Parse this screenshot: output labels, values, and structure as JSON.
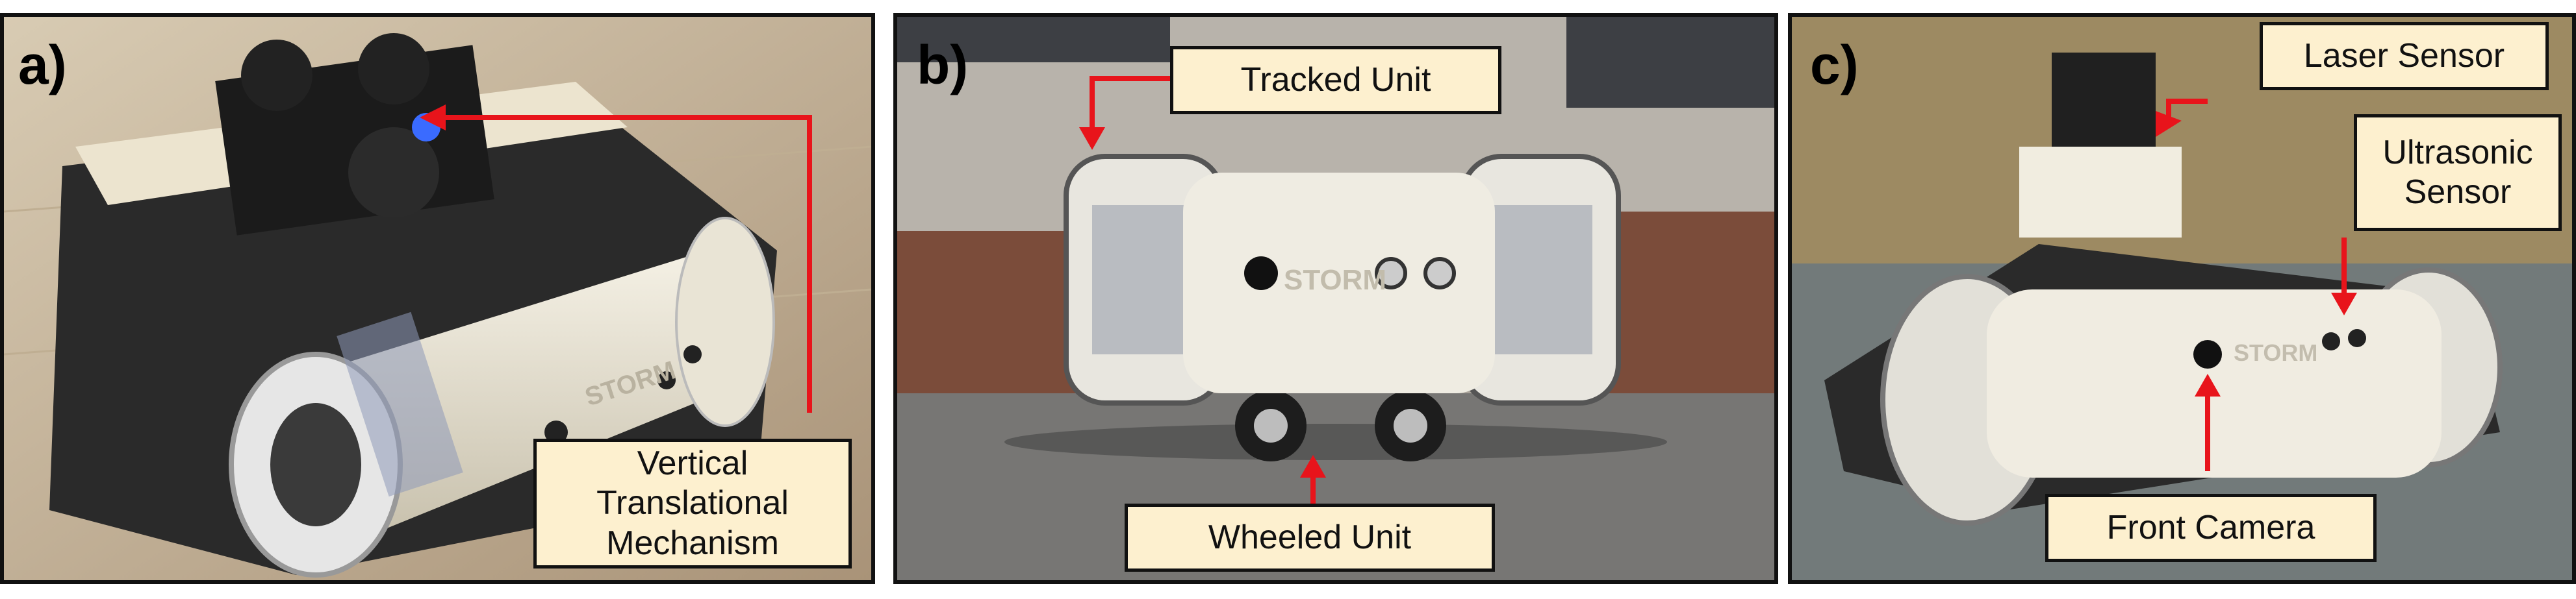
{
  "panels": [
    {
      "id": "a",
      "label": "a)",
      "callouts": [
        "Vertical\nTranslational\nMechanism"
      ]
    },
    {
      "id": "b",
      "label": "b)",
      "callouts": [
        "Tracked Unit",
        "Wheeled Unit"
      ]
    },
    {
      "id": "c",
      "label": "c)",
      "callouts": [
        "Laser Sensor",
        "Ultrasonic\nSensor",
        "Front Camera"
      ]
    }
  ],
  "logo_text": "STORM",
  "colors": {
    "arrow": "#e8141b",
    "callout_bg": "#fdf0cf",
    "border": "#111111"
  }
}
